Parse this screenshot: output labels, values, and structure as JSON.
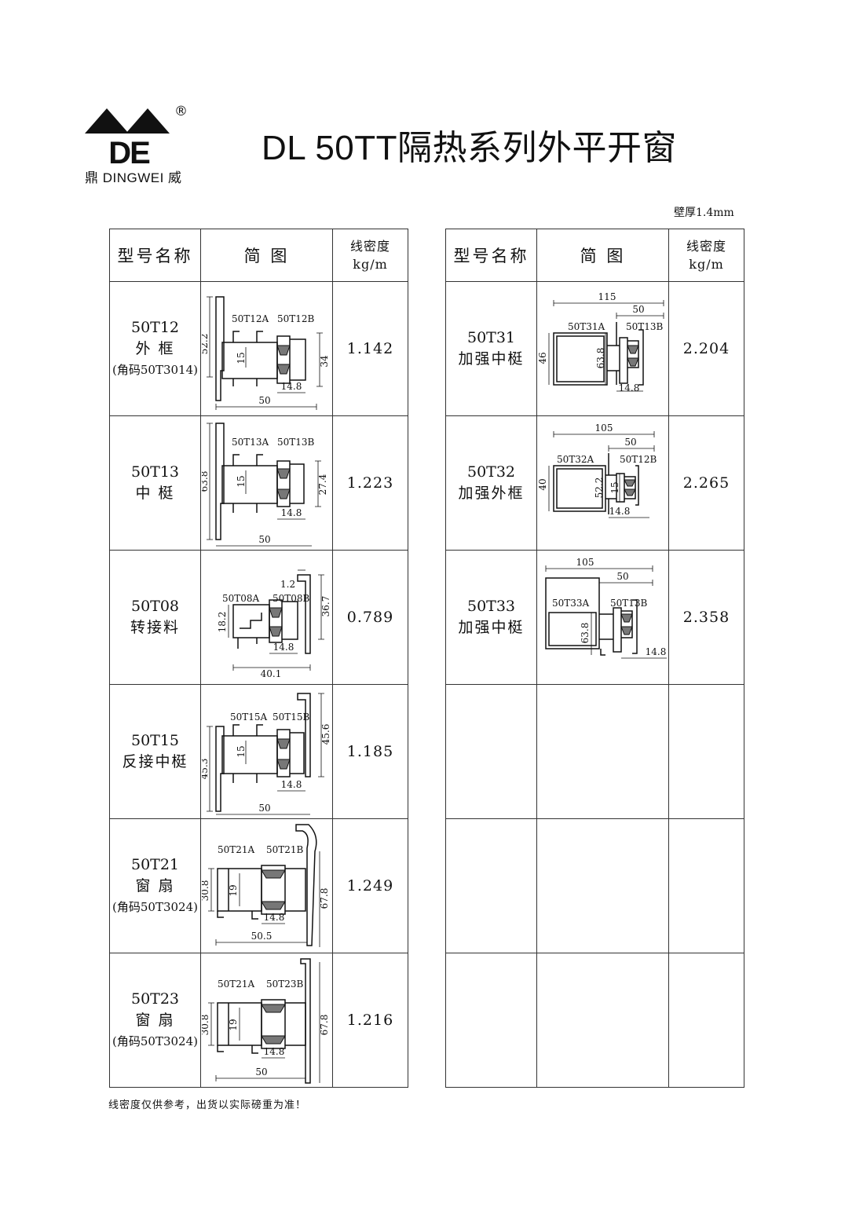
{
  "header": {
    "logo_symbol": "DE",
    "registered_mark": "®",
    "brand_line": "鼎 DINGWEI 威",
    "title": "DL 50TT隔热系列外平开窗",
    "wall_thickness": "壁厚1.4mm"
  },
  "table": {
    "columns": {
      "model": "型号名称",
      "figure": "简 图",
      "density_l1": "线密度",
      "density_l2": "kg/m"
    }
  },
  "left_rows": [
    {
      "code": "50T12",
      "name": "外 框",
      "note": "(角码50T3014)",
      "density": "1.142",
      "fig": {
        "lbl_a": "50T12A",
        "lbl_b": "50T12B",
        "d_height": "52.2",
        "d_inner": "15",
        "d_right": "34",
        "d_strip": "14.8",
        "d_width": "50"
      }
    },
    {
      "code": "50T13",
      "name": "中 梃",
      "note": "",
      "density": "1.223",
      "fig": {
        "lbl_a": "50T13A",
        "lbl_b": "50T13B",
        "d_height": "63.8",
        "d_inner": "15",
        "d_right": "27.4",
        "d_strip": "14.8",
        "d_width": "50"
      }
    },
    {
      "code": "50T08",
      "name": "转接料",
      "note": "",
      "density": "0.789",
      "fig": {
        "lbl_a": "50T08A",
        "lbl_b": "50T08B",
        "d_top": "1.2",
        "d_left": "18.2",
        "d_right": "36.7",
        "d_strip": "14.8",
        "d_width": "40.1"
      }
    },
    {
      "code": "50T15",
      "name": "反接中梃",
      "note": "",
      "density": "1.185",
      "fig": {
        "lbl_a": "50T15A",
        "lbl_b": "50T15B",
        "d_height": "45.3",
        "d_inner": "15",
        "d_right": "45.6",
        "d_strip": "14.8",
        "d_width": "50"
      }
    },
    {
      "code": "50T21",
      "name": "窗 扇",
      "note": "(角码50T3024)",
      "density": "1.249",
      "fig": {
        "lbl_a": "50T21A",
        "lbl_b": "50T21B",
        "d_height": "30.8",
        "d_inner": "19",
        "d_right": "67.8",
        "d_strip": "14.8",
        "d_width": "50.5"
      }
    },
    {
      "code": "50T23",
      "name": "窗 扇",
      "note": "(角码50T3024)",
      "density": "1.216",
      "fig": {
        "lbl_a": "50T21A",
        "lbl_b": "50T23B",
        "d_height": "30.8",
        "d_inner": "19",
        "d_right": "67.8",
        "d_strip": "14.8",
        "d_width": "50"
      }
    }
  ],
  "right_rows": [
    {
      "code": "50T31",
      "name": "加强中梃",
      "density": "2.204",
      "fig": {
        "lbl_a": "50T31A",
        "lbl_b": "50T13B",
        "d_total": "115",
        "d_half": "50",
        "d_left": "46",
        "d_inner": "63.8",
        "d_strip": "14.8"
      }
    },
    {
      "code": "50T32",
      "name": "加强外框",
      "density": "2.265",
      "fig": {
        "lbl_a": "50T32A",
        "lbl_b": "50T12B",
        "d_total": "105",
        "d_half": "50",
        "d_left": "40",
        "d_inner": "52.2",
        "d_small": "15",
        "d_strip": "14.8"
      }
    },
    {
      "code": "50T33",
      "name": "加强中梃",
      "density": "2.358",
      "fig": {
        "lbl_a": "50T33A",
        "lbl_b": "50T13B",
        "d_total": "105",
        "d_half": "50",
        "d_inner": "63.8",
        "d_strip": "14.8"
      }
    }
  ],
  "footnote": "线密度仅供参考，出货以实际磅重为准！"
}
